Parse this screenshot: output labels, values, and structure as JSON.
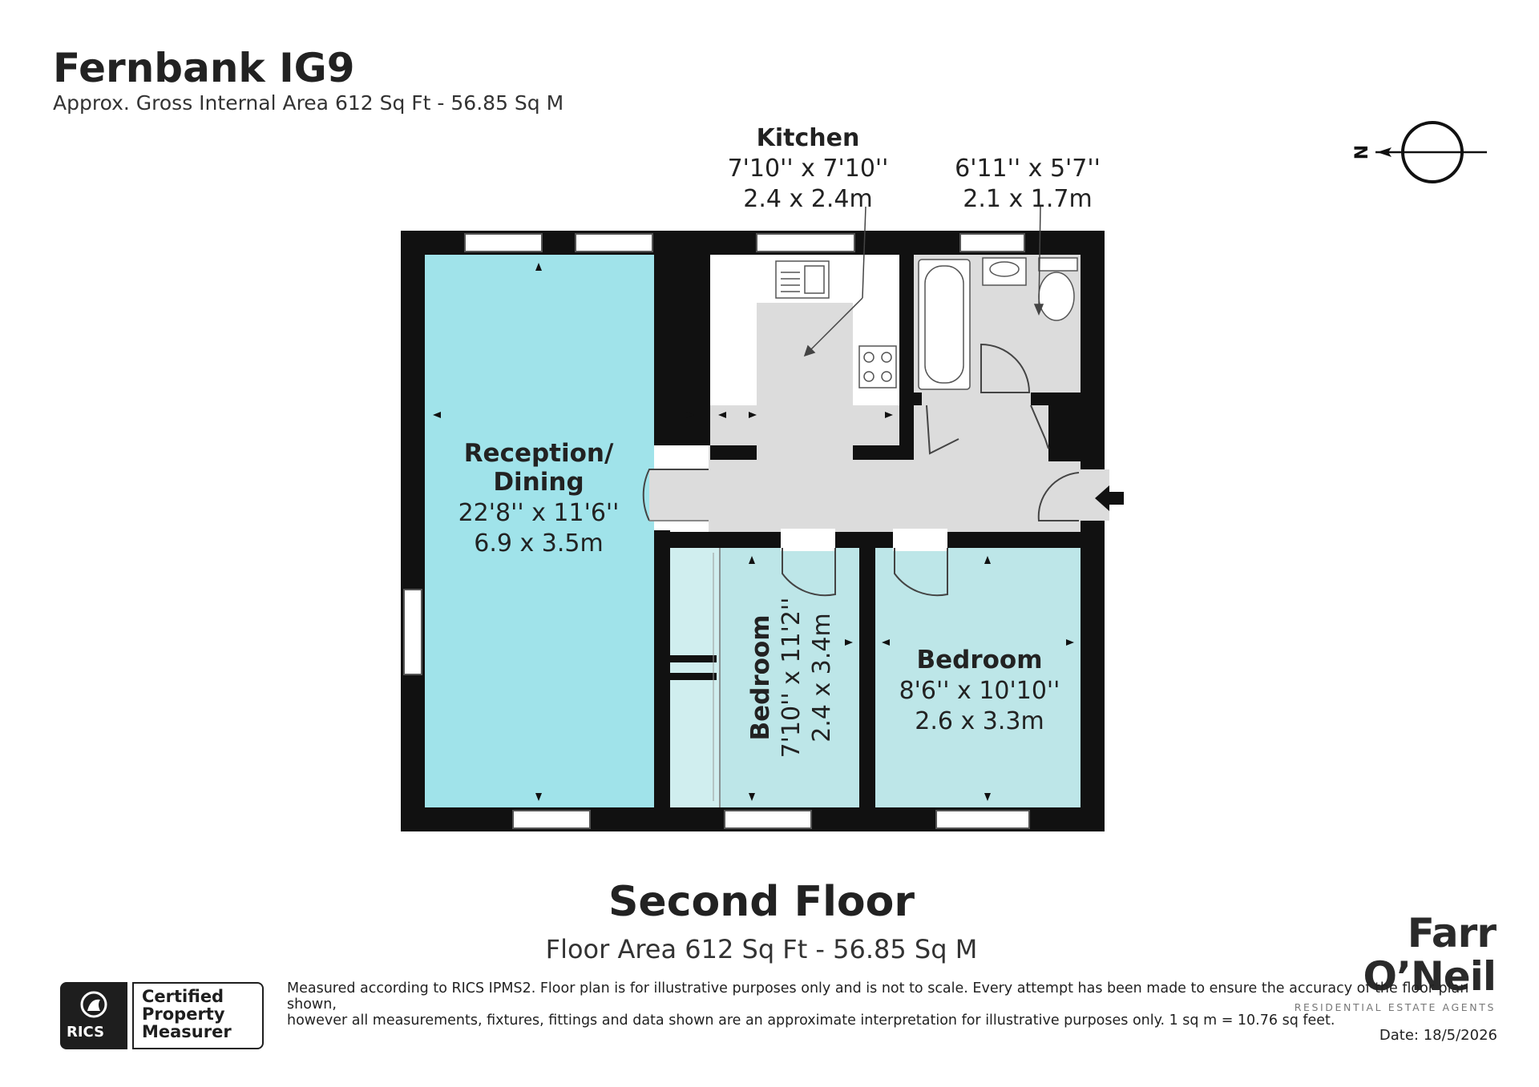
{
  "header": {
    "title": "Fernbank IG9",
    "subtitle": "Approx. Gross Internal Area 612 Sq Ft - 56.85 Sq M"
  },
  "compass": {
    "label": "N"
  },
  "rooms": {
    "kitchen": {
      "name": "Kitchen",
      "imperial": "7'10'' x 7'10''",
      "metric": "2.4 x 2.4m"
    },
    "bathroom": {
      "imperial": "6'11'' x 5'7''",
      "metric": "2.1 x 1.7m"
    },
    "reception": {
      "name_line1": "Reception/",
      "name_line2": "Dining",
      "imperial": "22'8'' x 11'6''",
      "metric": "6.9 x 3.5m"
    },
    "bedroom1": {
      "name": "Bedroom",
      "imperial": "7'10'' x 11'2''",
      "metric": "2.4 x 3.4m"
    },
    "bedroom2": {
      "name": "Bedroom",
      "imperial": "8'6'' x 10'10''",
      "metric": "2.6 x 3.3m"
    }
  },
  "floor": {
    "title": "Second Floor",
    "area": "Floor Area 612 Sq Ft - 56.85 Sq M"
  },
  "brand": {
    "name": "Farr O’Neil",
    "tagline": "RESIDENTIAL ESTATE AGENTS"
  },
  "certification": {
    "badge": "RICS",
    "line1": "Certified",
    "line2": "Property",
    "line3": "Measurer"
  },
  "footer": {
    "disclaimer_line1": "Measured according to RICS IPMS2. Floor plan is for illustrative purposes only and is not to scale. Every attempt has been made to ensure the accuracy of the floor plan shown,",
    "disclaimer_line2": "however all measurements, fixtures, fittings and data shown are an approximate interpretation for illustrative purposes only. 1 sq m = 10.76 sq feet.",
    "date": "Date: 18/5/2026"
  },
  "colors": {
    "reception_fill": "#a0e3ea",
    "bedroom_fill": "#bde6e8",
    "wardrobe_fill": "#d0eeef",
    "service_fill": "#dcdcdc",
    "kitchen_fill": "#ffffff",
    "wall": "#111111"
  }
}
